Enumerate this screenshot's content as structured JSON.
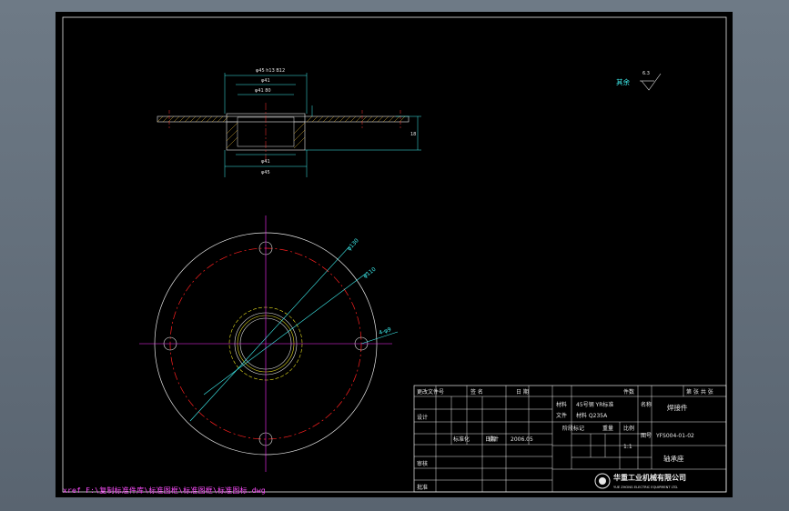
{
  "xref": "xref F:\\复制标准件库\\标准图框\\标准图框\\标准图标.dwg",
  "surface_finish": {
    "label": "其余",
    "value": "6.3"
  },
  "section_view": {
    "dim_top_outer": "φ45 h13 B12",
    "dim_top_mid": "φ41",
    "dim_top_inner": "φ41 80",
    "dim_bottom_a": "φ41",
    "dim_bottom_b": "φ45",
    "dim_right_height": "18"
  },
  "plan_view": {
    "dim_diam_1": "φ130",
    "dim_diam_2": "φ110",
    "dim_holes": "4-φ9"
  },
  "title_block": {
    "rev_header": [
      "更改文件号",
      "签 名",
      "日 期"
    ],
    "col_labels": [
      "设计",
      "标准化",
      "日期",
      "审核",
      "批准"
    ],
    "stage_label": "阶段标记",
    "weight_label": "重量",
    "scale_label": "比例",
    "scale_value": "1:1",
    "sheet_text": "第 张 共 张",
    "count_label": "件数",
    "doc_label": "文件",
    "doc_value": "材料 Q235A",
    "material_label": "材料",
    "material_value": "45号钢 YR标准",
    "designer_label": "设计",
    "date_value": "2006.05",
    "name_label": "名称",
    "part_name": "焊接件",
    "drawing_no_label": "图号",
    "drawing_no": "YFS004-01-02",
    "part_title": "轴承座",
    "company_cn": "华重工业机械有限公司",
    "company_en": "YUE ZHONG ELECTRIC EQUIPMENT LTD."
  }
}
